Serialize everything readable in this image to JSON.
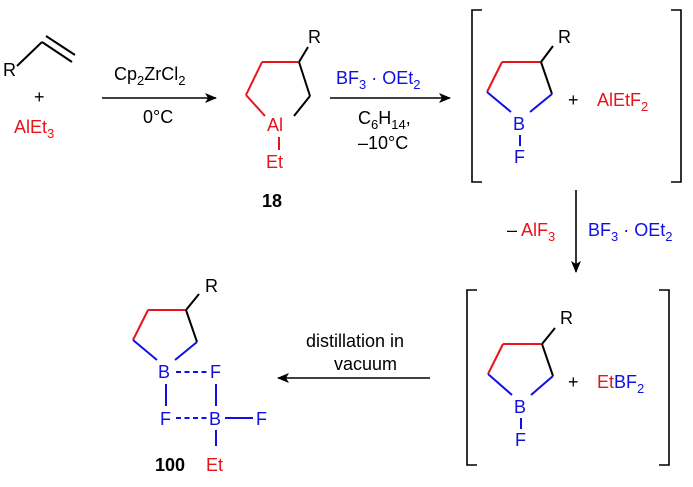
{
  "start": {
    "alkene_r": "R",
    "plus": "+",
    "reagent": "AlEt3"
  },
  "step1": {
    "above": "Cp2ZrCl2",
    "below": "0°C"
  },
  "cpd18": {
    "r": "R",
    "al": "Al",
    "et": "Et",
    "label": "18"
  },
  "step2": {
    "above": "BF3 · OEt2",
    "below1": "C6H14,",
    "below2": "–10°C"
  },
  "inter1": {
    "r": "R",
    "b": "B",
    "f": "F",
    "plus": "+",
    "byproduct": "AlEtF2"
  },
  "step3": {
    "left": "– AlF3",
    "right": "BF3 · OEt2"
  },
  "inter2": {
    "r": "R",
    "b": "B",
    "f": "F",
    "plus": "+",
    "byproduct": "EtBF2"
  },
  "step4": {
    "line1": "distillation in",
    "line2": "vacuum"
  },
  "cpd100": {
    "r": "R",
    "b1": "B",
    "f1": "F",
    "f2": "F",
    "b2": "B",
    "f3": "F",
    "et": "Et",
    "label": "100"
  },
  "colors": {
    "black": "#000000",
    "red": "#e8141b",
    "blue": "#1010e0"
  }
}
